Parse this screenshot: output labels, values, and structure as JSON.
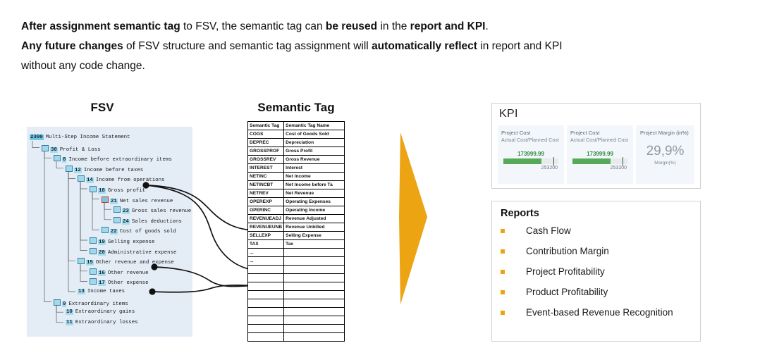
{
  "headline": {
    "line1_parts": [
      {
        "t": "After assignment semantic tag",
        "b": true
      },
      {
        "t": " to FSV, the semantic tag can ",
        "b": false
      },
      {
        "t": "be reused",
        "b": true
      },
      {
        "t": " in the ",
        "b": false
      },
      {
        "t": "report and KPI",
        "b": true
      },
      {
        "t": ".",
        "b": false
      }
    ],
    "line2_parts": [
      {
        "t": "Any future changes",
        "b": true
      },
      {
        "t": " of FSV structure and semantic tag assignment will ",
        "b": false
      },
      {
        "t": "automatically reflect",
        "b": true
      },
      {
        "t": " in report and KPI",
        "b": false
      }
    ],
    "line3_parts": [
      {
        "t": "without any code change.",
        "b": false
      }
    ]
  },
  "captions": {
    "fsv": "FSV",
    "semantic_tag": "Semantic Tag"
  },
  "fsv_tree": [
    {
      "num": "2300",
      "label": "Multi-Step Income Statement",
      "depth": 0,
      "icon": "none",
      "root": true
    },
    {
      "num": "38",
      "label": "Profit & Loss",
      "depth": 1,
      "icon": "expanded"
    },
    {
      "num": "8",
      "label": "Income before extraordinary items",
      "depth": 2,
      "icon": "collapsed"
    },
    {
      "num": "12",
      "label": "Income before taxes",
      "depth": 3,
      "icon": "collapsed"
    },
    {
      "num": "14",
      "label": "Income from operations",
      "depth": 4,
      "icon": "expanded"
    },
    {
      "num": "18",
      "label": "Gross profit",
      "depth": 5,
      "icon": "collapsed"
    },
    {
      "num": "21",
      "label": "Net sales revenue",
      "depth": 6,
      "icon": "selected"
    },
    {
      "num": "23",
      "label": "Gross sales revenue",
      "depth": 7,
      "icon": "leaf"
    },
    {
      "num": "24",
      "label": "Sales deductions",
      "depth": 7,
      "icon": "leaf"
    },
    {
      "num": "22",
      "label": "Cost of goods sold",
      "depth": 6,
      "icon": "expanded"
    },
    {
      "num": "19",
      "label": "Selling expense",
      "depth": 5,
      "icon": "leaf"
    },
    {
      "num": "20",
      "label": "Administrative expense",
      "depth": 5,
      "icon": "leaf"
    },
    {
      "num": "15",
      "label": "Other revenue and expense",
      "depth": 4,
      "icon": "expanded"
    },
    {
      "num": "16",
      "label": "Other revenue",
      "depth": 5,
      "icon": "leaf"
    },
    {
      "num": "17",
      "label": "Other expense",
      "depth": 5,
      "icon": "leaf"
    },
    {
      "num": "13",
      "label": "Income taxes",
      "depth": 4,
      "icon": "none"
    },
    {
      "num": "9",
      "label": "Extraordinary items",
      "depth": 2,
      "icon": "collapsed"
    },
    {
      "num": "10",
      "label": "Extraordinary gains",
      "depth": 3,
      "icon": "none"
    },
    {
      "num": "11",
      "label": "Extraordinary losses",
      "depth": 3,
      "icon": "none"
    }
  ],
  "semantic_table": {
    "headers": [
      "Semantic Tag",
      "Semantic Tag Name"
    ],
    "rows": [
      [
        "COGS",
        "Cost of Goods Sold"
      ],
      [
        "DEPREC",
        "Depreciation"
      ],
      [
        "GROSSPROF",
        "Gross Profit"
      ],
      [
        "GROSSREV",
        "Gross Revenue"
      ],
      [
        "INTEREST",
        "Interest"
      ],
      [
        "NETINC",
        "Net Income"
      ],
      [
        "NETINCBT",
        "Net Income before Ta"
      ],
      [
        "NETREV",
        "Net Revenue"
      ],
      [
        "OPEREXP",
        "Operating Expenses"
      ],
      [
        "OPERINC",
        "Operating Income"
      ],
      [
        "REVENUEADJ",
        "Revenue Adjusted"
      ],
      [
        "REVENUEUNB",
        "Revenue Unbilled"
      ],
      [
        "SELLEXP",
        "Selling Expense"
      ],
      [
        "TAX",
        "Tax"
      ],
      [
        "...",
        ""
      ],
      [
        "...",
        ""
      ],
      [
        "",
        ""
      ],
      [
        "",
        ""
      ],
      [
        "",
        ""
      ],
      [
        "",
        ""
      ],
      [
        "",
        ""
      ],
      [
        "",
        ""
      ],
      [
        "",
        ""
      ],
      [
        "",
        ""
      ],
      [
        "",
        ""
      ]
    ]
  },
  "kpi": {
    "title": "KPI",
    "tiles": [
      {
        "label_top": "Project Cost",
        "label_sub": "Actual Cost/Planned Cost",
        "actual": "173999.99",
        "planned": "253200",
        "fill_percent": 69
      },
      {
        "label_top": "Project Cost",
        "label_sub": "Actual Cost/Planned Cost",
        "actual": "173999.99",
        "planned": "253200",
        "fill_percent": 69
      }
    ],
    "margin_tile": {
      "label": "Project Margin (in%)",
      "value": "29,9%",
      "sub": "Margin(%)"
    }
  },
  "reports": {
    "title": "Reports",
    "items": [
      "Cash Flow",
      "Contribution Margin",
      "Project Profitability",
      "Product Profitability",
      "Event-based Revenue Recognition"
    ]
  },
  "colors": {
    "accent_orange": "#EDA412",
    "kpi_green": "#55a958",
    "kpi_value_green": "#2e8b42",
    "tree_panel_bg": "#e4edf6",
    "tree_number_bg": "#a8dcec"
  }
}
